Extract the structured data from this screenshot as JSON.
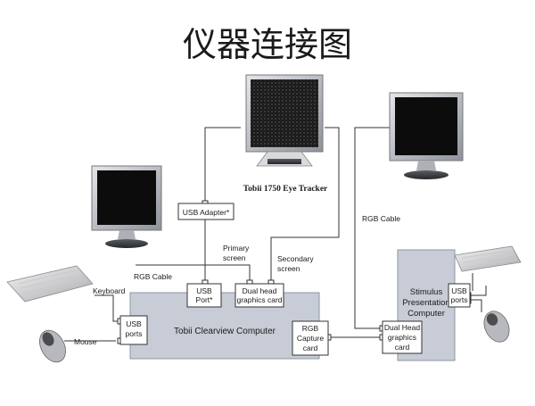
{
  "title": "仪器连接图",
  "devices": {
    "eye_tracker_label": "Tobii 1750 Eye Tracker",
    "main_computer_label": "Tobii Clearview Computer",
    "stimulus_computer_label_1": "Stimulus",
    "stimulus_computer_label_2": "Presentation",
    "stimulus_computer_label_3": "Computer"
  },
  "ports": {
    "usb_adapter": "USB Adapter*",
    "usb_port_1": "USB",
    "usb_port_2": "Port*",
    "dual_head_1": "Dual head",
    "dual_head_2": "graphics card",
    "usb_ports_left_1": "USB",
    "usb_ports_left_2": "ports",
    "rgb_capture_1": "RGB",
    "rgb_capture_2": "Capture",
    "rgb_capture_3": "card",
    "stim_dual_head_1": "Dual Head",
    "stim_dual_head_2": "graphics",
    "stim_dual_head_3": "card",
    "stim_usb_1": "USB",
    "stim_usb_2": "ports"
  },
  "labels": {
    "rgb_cable_left": "RGB Cable",
    "rgb_cable_right": "RGB Cable",
    "primary_screen_1": "Primary",
    "primary_screen_2": "screen",
    "secondary_screen_1": "Secondary",
    "secondary_screen_2": "screen",
    "keyboard": "Keyboard",
    "mouse": "Mouse"
  },
  "colors": {
    "computer_fill": "#c7ccd6",
    "computer_stroke": "#8f96a3",
    "monitor_bezel": "#b9bcc2",
    "monitor_screen": "#0c0c0c"
  }
}
